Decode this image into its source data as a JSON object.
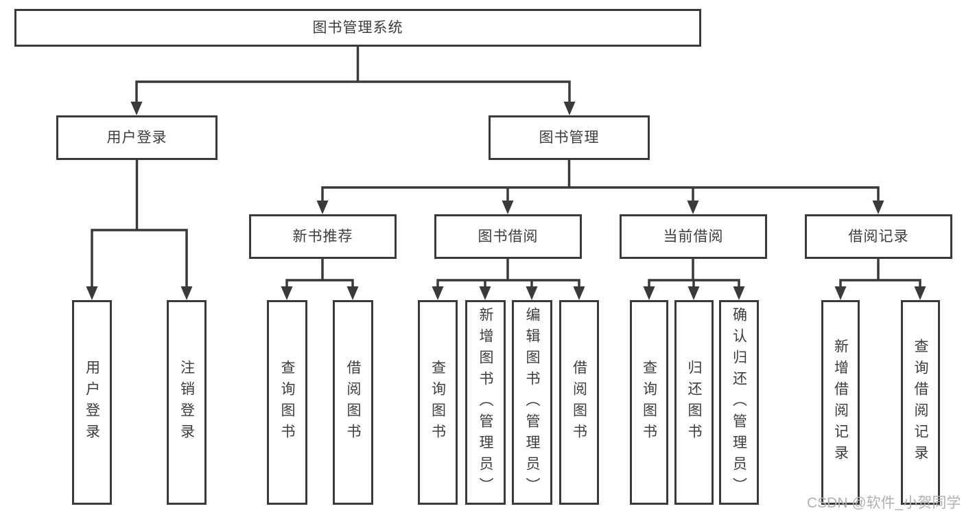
{
  "colors": {
    "line": "#3a3a3a",
    "text": "#3d3d3d",
    "watermark_text_color": "#b3b0b0",
    "background": "#ffffff"
  },
  "watermark": {
    "text": "CSDN @软件_小贺同学"
  },
  "tree": {
    "root": {
      "label": "图书管理系统"
    },
    "branches": [
      {
        "label": "用户登录",
        "children": [
          {
            "label": "用户登录"
          },
          {
            "label": "注销登录"
          }
        ]
      },
      {
        "label": "图书管理",
        "children": [
          {
            "label": "新书推荐",
            "children": [
              {
                "label": "查询图书"
              },
              {
                "label": "借阅图书"
              }
            ]
          },
          {
            "label": "图书借阅",
            "children": [
              {
                "label": "查询图书"
              },
              {
                "label": "新增图书（管理员）"
              },
              {
                "label": "编辑图书（管理员）"
              },
              {
                "label": "借阅图书"
              }
            ]
          },
          {
            "label": "当前借阅",
            "children": [
              {
                "label": "查询图书"
              },
              {
                "label": "归还图书"
              },
              {
                "label": "确认归还（管理员）"
              }
            ]
          },
          {
            "label": "借阅记录",
            "children": [
              {
                "label": "新增借阅记录"
              },
              {
                "label": "查询借阅记录"
              }
            ]
          }
        ]
      }
    ]
  }
}
